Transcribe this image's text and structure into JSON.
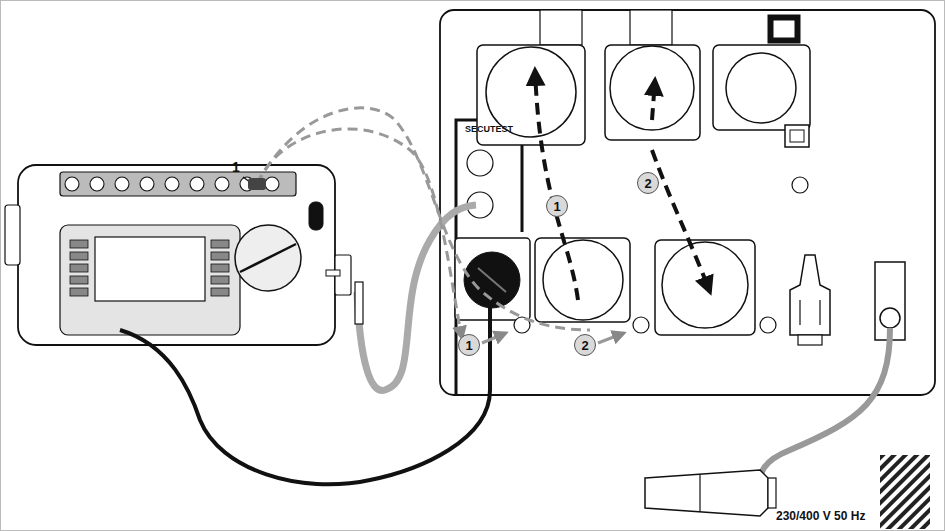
{
  "diagram": {
    "nodes": [
      {
        "text": [
          "SECUTEST"
        ]
      },
      {
        "text": [
          "1"
        ]
      },
      {
        "text": [
          "2"
        ]
      },
      {
        "text": [
          "1"
        ]
      },
      {
        "text": [
          "2"
        ]
      }
    ],
    "labels": [
      "1",
      "230/400 V 50 Hz"
    ]
  }
}
